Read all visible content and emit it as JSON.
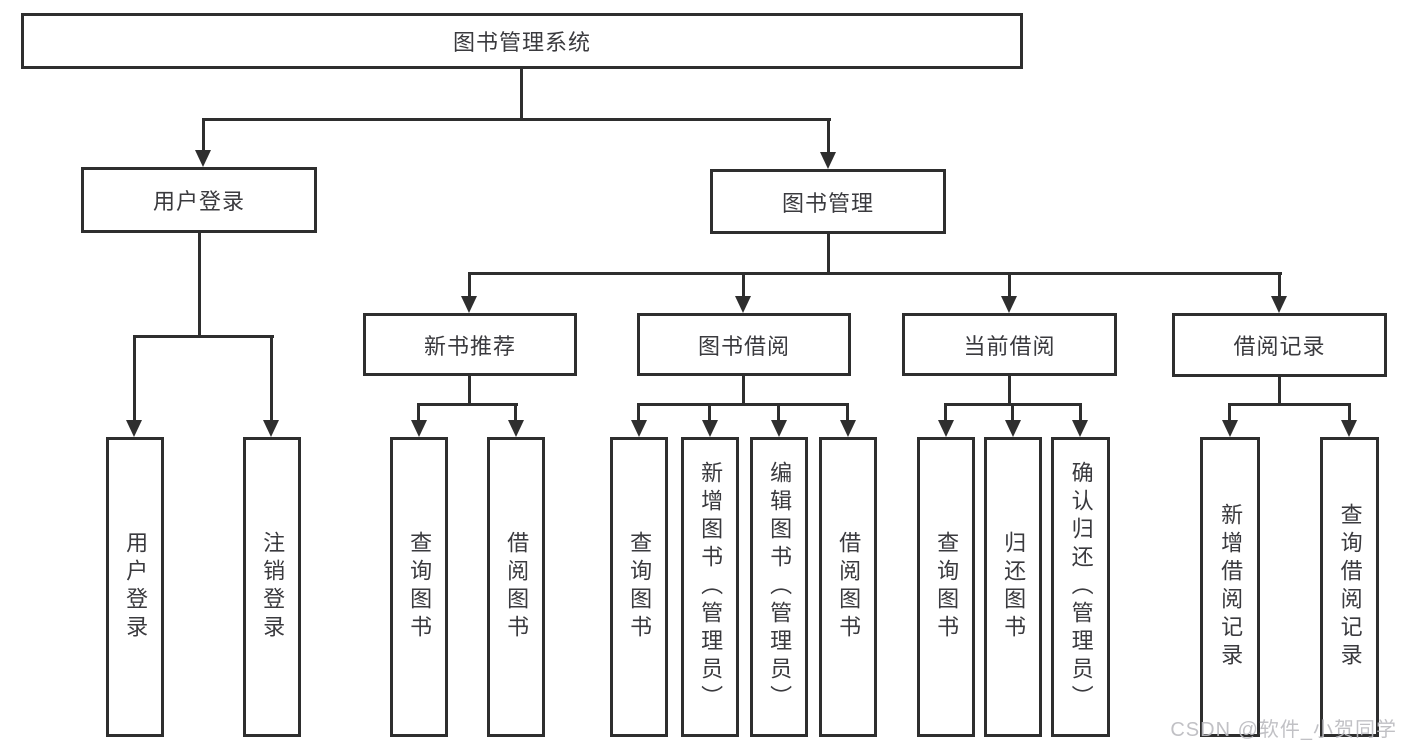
{
  "watermark": "CSDN @软件_小贺同学",
  "colors": {
    "line": "#2e2e2e",
    "text": "#3a3a3e",
    "background": "#ffffff",
    "watermark": "#bcbcc1"
  },
  "tree": {
    "root": {
      "label": "图书管理系统"
    },
    "branches": [
      {
        "label": "用户登录",
        "children": [
          {
            "label": "用户登录"
          },
          {
            "label": "注销登录"
          }
        ]
      },
      {
        "label": "图书管理",
        "children": [
          {
            "label": "新书推荐",
            "children": [
              {
                "label": "查询图书"
              },
              {
                "label": "借阅图书"
              }
            ]
          },
          {
            "label": "图书借阅",
            "children": [
              {
                "label": "查询图书"
              },
              {
                "label": "新增图书（管理员）"
              },
              {
                "label": "编辑图书（管理员）"
              },
              {
                "label": "借阅图书"
              }
            ]
          },
          {
            "label": "当前借阅",
            "children": [
              {
                "label": "查询图书"
              },
              {
                "label": "归还图书"
              },
              {
                "label": "确认归还（管理员）"
              }
            ]
          },
          {
            "label": "借阅记录",
            "children": [
              {
                "label": "新增借阅记录"
              },
              {
                "label": "查询借阅记录"
              }
            ]
          }
        ]
      }
    ]
  }
}
